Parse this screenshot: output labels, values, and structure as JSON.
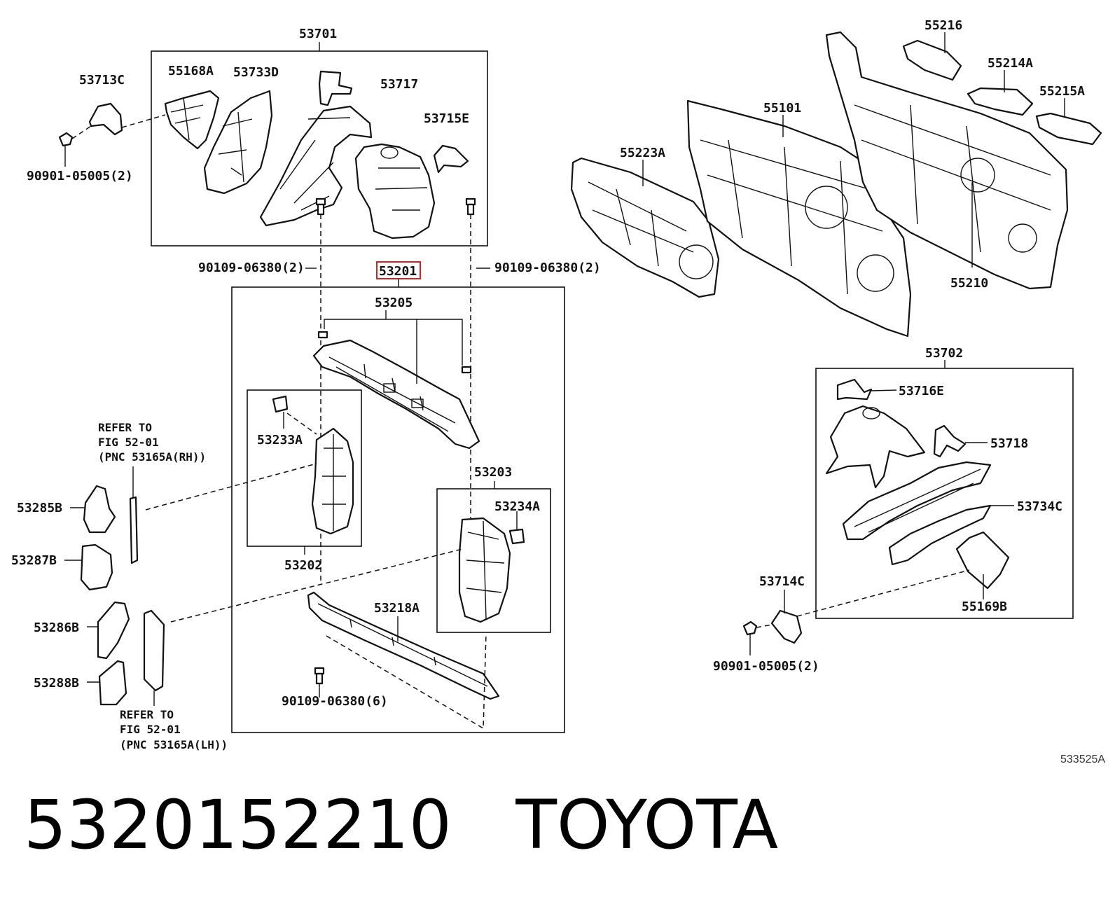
{
  "labels": {
    "l53701": "53701",
    "l55168A": "55168A",
    "l53733D": "53733D",
    "l53717": "53717",
    "l53715E": "53715E",
    "l53713C": "53713C",
    "l90901_05005_left": "90901-05005(2)",
    "l90109_left": "90109-06380(2)",
    "l53201": "53201",
    "l90109_right": "90109-06380(2)",
    "l53205": "53205",
    "l53233A": "53233A",
    "l53202": "53202",
    "l53203": "53203",
    "l53234A": "53234A",
    "l53218A": "53218A",
    "l90109_bottom": "90109-06380(6)",
    "l53285B": "53285B",
    "l53287B": "53287B",
    "l53286B": "53286B",
    "l53288B": "53288B",
    "l55216": "55216",
    "l55214A": "55214A",
    "l55215A": "55215A",
    "l55101": "55101",
    "l55223A": "55223A",
    "l55210": "55210",
    "l53702": "53702",
    "l53716E": "53716E",
    "l53718": "53718",
    "l53734C": "53734C",
    "l55169B": "55169B",
    "l53714C": "53714C",
    "l90901_05005_right": "90901-05005(2)",
    "code": "533525A"
  },
  "notes": {
    "rh": [
      "REFER TO",
      "FIG 52-01",
      "(PNC 53165A(RH))"
    ],
    "lh": [
      "REFER TO",
      "FIG 52-01",
      "(PNC 53165A(LH))"
    ]
  },
  "highlight": {
    "part": "53201",
    "color": "#d22222"
  },
  "footer": {
    "part_number": "5320152210",
    "brand": "TOYOTA"
  }
}
